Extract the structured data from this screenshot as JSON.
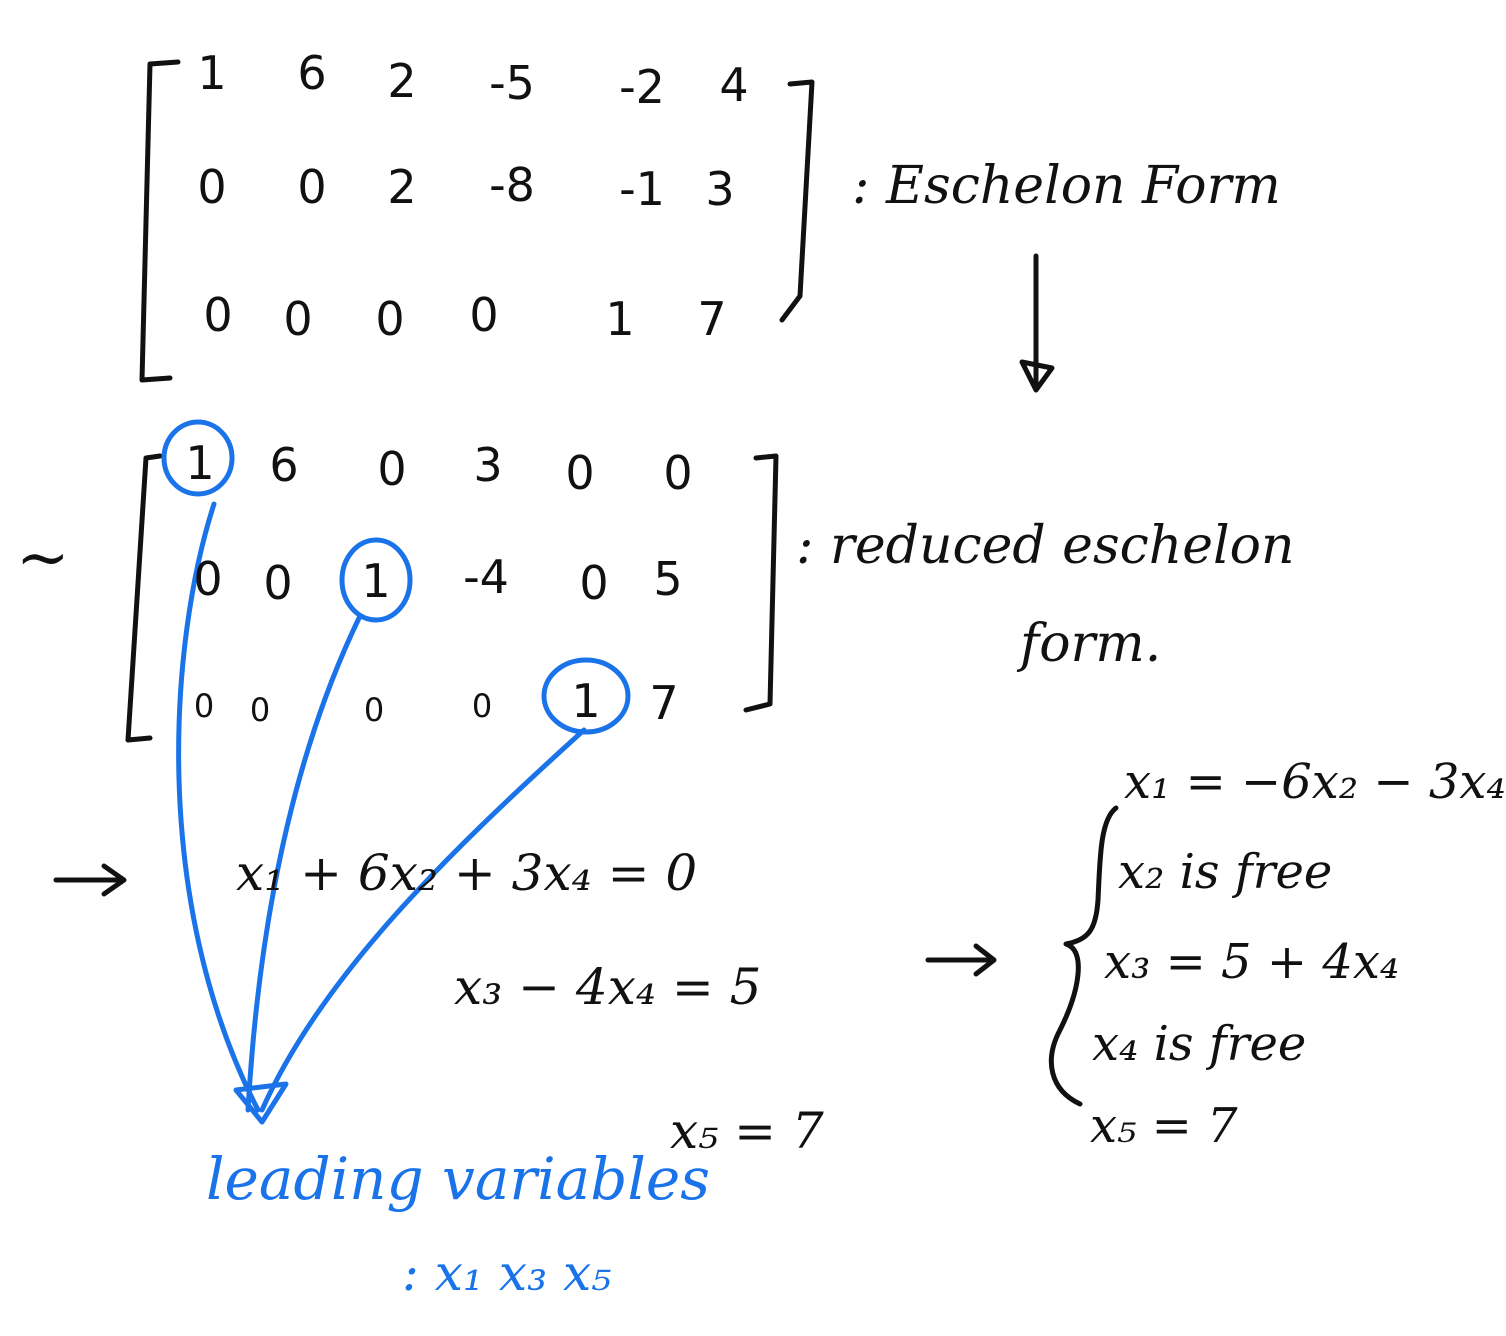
{
  "echelon_matrix": [
    [
      "1",
      "6",
      "2",
      "-5",
      "-2",
      "4"
    ],
    [
      "0",
      "0",
      "2",
      "-8",
      "-1",
      "3"
    ],
    [
      "0",
      "0",
      "0",
      "0",
      "1",
      "7"
    ]
  ],
  "echelon_label": ": Eschelon Form",
  "tilde": "~",
  "reduced_matrix": [
    [
      "1",
      "6",
      "0",
      "3",
      "0",
      "0"
    ],
    [
      "0",
      "0",
      "1",
      "-4",
      "0",
      "5"
    ],
    [
      "0",
      "0",
      "0",
      "0",
      "1",
      "7"
    ]
  ],
  "reduced_label_line1": ": reduced eschelon",
  "reduced_label_line2": "form.",
  "arrow_symbol": "→",
  "equations": {
    "eq1": "x₁ + 6x₂      + 3x₄   = 0",
    "eq2": "x₃ − 4x₄   = 5",
    "eq3": "x₅ = 7"
  },
  "solution": {
    "line1": "x₁ = −6x₂ − 3x₄",
    "line2": "x₂  is free",
    "line3": "x₃ = 5 + 4x₄",
    "line4": "x₄  is free",
    "line5": "x₅ = 7"
  },
  "leading_label": "leading variables",
  "leading_vars": ": x₁  x₃  x₅",
  "colors": {
    "ink": "#111111",
    "highlight": "#1a73e8"
  }
}
